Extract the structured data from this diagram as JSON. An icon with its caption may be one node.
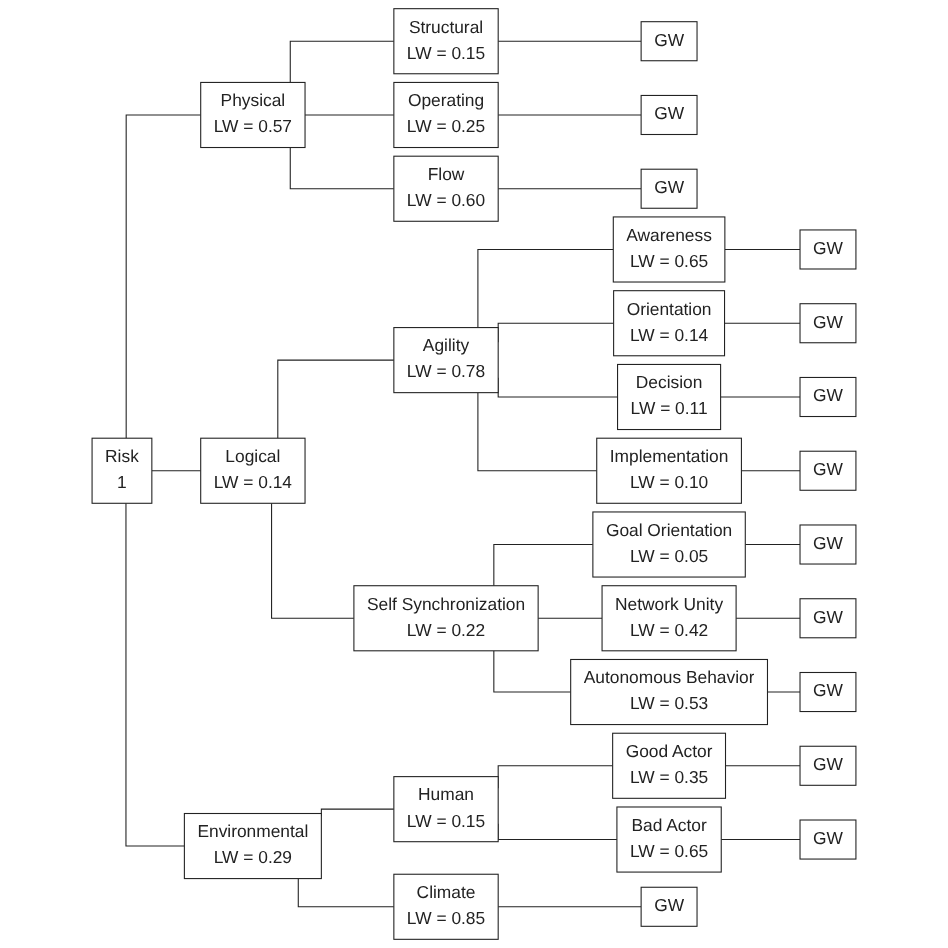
{
  "diagram": {
    "nodes": [
      {
        "text": [
          "Risk",
          "1"
        ]
      },
      {
        "text": [
          "Physical",
          "LW = 0.57"
        ]
      },
      {
        "text": [
          "Logical",
          "LW = 0.14"
        ]
      },
      {
        "text": [
          "Environmental",
          "LW = 0.29"
        ]
      },
      {
        "text": [
          "Structural",
          "LW = 0.15"
        ]
      },
      {
        "text": [
          "Operating",
          "LW = 0.25"
        ]
      },
      {
        "text": [
          "Flow",
          "LW = 0.60"
        ]
      },
      {
        "text": [
          "Agility",
          "LW = 0.78"
        ]
      },
      {
        "text": [
          "Self Synchronization",
          "LW = 0.22"
        ]
      },
      {
        "text": [
          "Awareness",
          "LW = 0.65"
        ]
      },
      {
        "text": [
          "Orientation",
          "LW = 0.14"
        ]
      },
      {
        "text": [
          "Decision",
          "LW = 0.11"
        ]
      },
      {
        "text": [
          "Implementation",
          "LW = 0.10"
        ]
      },
      {
        "text": [
          "Goal Orientation",
          "LW = 0.05"
        ]
      },
      {
        "text": [
          "Network Unity",
          "LW = 0.42"
        ]
      },
      {
        "text": [
          "Autonomous Behavior",
          "LW = 0.53"
        ]
      },
      {
        "text": [
          "Human",
          "LW = 0.15"
        ]
      },
      {
        "text": [
          "Good Actor",
          "LW = 0.35"
        ]
      },
      {
        "text": [
          "Bad Actor",
          "LW = 0.65"
        ]
      },
      {
        "text": [
          "Climate",
          "LW = 0.85"
        ]
      },
      {
        "text": [
          "GW"
        ]
      },
      {
        "text": [
          "GW"
        ]
      },
      {
        "text": [
          "GW"
        ]
      },
      {
        "text": [
          "GW"
        ]
      },
      {
        "text": [
          "GW"
        ]
      },
      {
        "text": [
          "GW"
        ]
      },
      {
        "text": [
          "GW"
        ]
      },
      {
        "text": [
          "GW"
        ]
      },
      {
        "text": [
          "GW"
        ]
      },
      {
        "text": [
          "GW"
        ]
      },
      {
        "text": [
          "GW"
        ]
      },
      {
        "text": [
          "GW"
        ]
      },
      {
        "text": [
          "GW"
        ]
      }
    ],
    "edges": [
      {
        "from": 0,
        "to": 1,
        "arrow": "none"
      },
      {
        "from": 0,
        "to": 2,
        "arrow": "none"
      },
      {
        "from": 0,
        "to": 3,
        "arrow": "none"
      },
      {
        "from": 1,
        "to": 4,
        "arrow": "none"
      },
      {
        "from": 1,
        "to": 5,
        "arrow": "none"
      },
      {
        "from": 1,
        "to": 6,
        "arrow": "none"
      },
      {
        "from": 2,
        "to": 7,
        "arrow": "none"
      },
      {
        "from": 2,
        "to": 8,
        "arrow": "none"
      },
      {
        "from": 7,
        "to": 9,
        "arrow": "none"
      },
      {
        "from": 7,
        "to": 10,
        "arrow": "none"
      },
      {
        "from": 7,
        "to": 11,
        "arrow": "none"
      },
      {
        "from": 7,
        "to": 12,
        "arrow": "none"
      },
      {
        "from": 8,
        "to": 13,
        "arrow": "none"
      },
      {
        "from": 8,
        "to": 14,
        "arrow": "none"
      },
      {
        "from": 8,
        "to": 15,
        "arrow": "none"
      },
      {
        "from": 3,
        "to": 16,
        "arrow": "none"
      },
      {
        "from": 3,
        "to": 19,
        "arrow": "none"
      },
      {
        "from": 16,
        "to": 17,
        "arrow": "none"
      },
      {
        "from": 16,
        "to": 18,
        "arrow": "none"
      },
      {
        "from": 4,
        "to": 20,
        "arrow": "none"
      },
      {
        "from": 5,
        "to": 21,
        "arrow": "none"
      },
      {
        "from": 6,
        "to": 22,
        "arrow": "none"
      },
      {
        "from": 9,
        "to": 23,
        "arrow": "none"
      },
      {
        "from": 10,
        "to": 24,
        "arrow": "none"
      },
      {
        "from": 11,
        "to": 25,
        "arrow": "none"
      },
      {
        "from": 12,
        "to": 26,
        "arrow": "none"
      },
      {
        "from": 13,
        "to": 27,
        "arrow": "none"
      },
      {
        "from": 14,
        "to": 28,
        "arrow": "none"
      },
      {
        "from": 15,
        "to": 29,
        "arrow": "none"
      },
      {
        "from": 17,
        "to": 30,
        "arrow": "none"
      },
      {
        "from": 18,
        "to": 31,
        "arrow": "none"
      },
      {
        "from": 19,
        "to": 32,
        "arrow": "none"
      }
    ]
  }
}
